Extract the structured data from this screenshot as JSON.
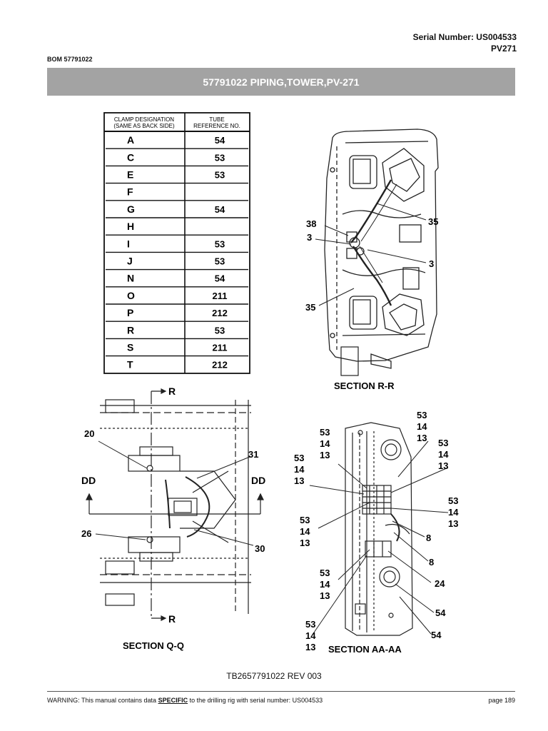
{
  "header": {
    "serial_line": "Serial Number: US004533",
    "model_line": "PV271",
    "bom": "BOM 57791022",
    "banner_title": "57791022 PIPING,TOWER,PV-271"
  },
  "clamp_table": {
    "col1_header_l1": "CLAMP DESIGNATION",
    "col1_header_l2": "(SAME AS BACK SIDE)",
    "col2_header_l1": "TUBE",
    "col2_header_l2": "REFERENCE NO.",
    "rows": [
      {
        "clamp": "A",
        "tube": "54"
      },
      {
        "clamp": "C",
        "tube": "53"
      },
      {
        "clamp": "E",
        "tube": "53"
      },
      {
        "clamp": "F",
        "tube": ""
      },
      {
        "clamp": "G",
        "tube": "54"
      },
      {
        "clamp": "H",
        "tube": ""
      },
      {
        "clamp": "I",
        "tube": "53"
      },
      {
        "clamp": "J",
        "tube": "53"
      },
      {
        "clamp": "N",
        "tube": "54"
      },
      {
        "clamp": "O",
        "tube": "211"
      },
      {
        "clamp": "P",
        "tube": "212"
      },
      {
        "clamp": "R",
        "tube": "53"
      },
      {
        "clamp": "S",
        "tube": "211"
      },
      {
        "clamp": "T",
        "tube": "212"
      }
    ]
  },
  "section_rr": {
    "title": "SECTION R-R",
    "callouts": {
      "c38": "38",
      "c3a": "3",
      "c35a": "35",
      "c3b": "3",
      "c35b": "35"
    }
  },
  "section_qq": {
    "title": "SECTION Q-Q",
    "r_top": "R",
    "r_bottom": "R",
    "dd_left": "DD",
    "dd_right": "DD",
    "callouts": {
      "c20": "20",
      "c31": "31",
      "c26": "26",
      "c30": "30"
    }
  },
  "section_aa": {
    "title": "SECTION AA-AA",
    "stack_top_right": [
      "53",
      "14",
      "13"
    ],
    "stack_right_1": [
      "53",
      "14",
      "13"
    ],
    "stack_right_2": [
      "53",
      "14",
      "13"
    ],
    "stack_left_1": [
      "53",
      "14",
      "13"
    ],
    "stack_left_2": [
      "53",
      "14",
      "13"
    ],
    "stack_left_3": [
      "53",
      "14",
      "13"
    ],
    "stack_left_4": [
      "53",
      "14",
      "13"
    ],
    "stack_left_5": [
      "53",
      "14",
      "13"
    ],
    "single": {
      "c8a": "8",
      "c8b": "8",
      "c24": "24",
      "c54a": "54",
      "c54b": "54"
    }
  },
  "doc_ref": "TB2657791022 REV 003",
  "footer": {
    "warning_prefix": "WARNING:  This manual contains data ",
    "warning_specific": "SPECIFIC",
    "warning_suffix": " to the drilling rig with serial number: US004533",
    "page": "page 189"
  }
}
